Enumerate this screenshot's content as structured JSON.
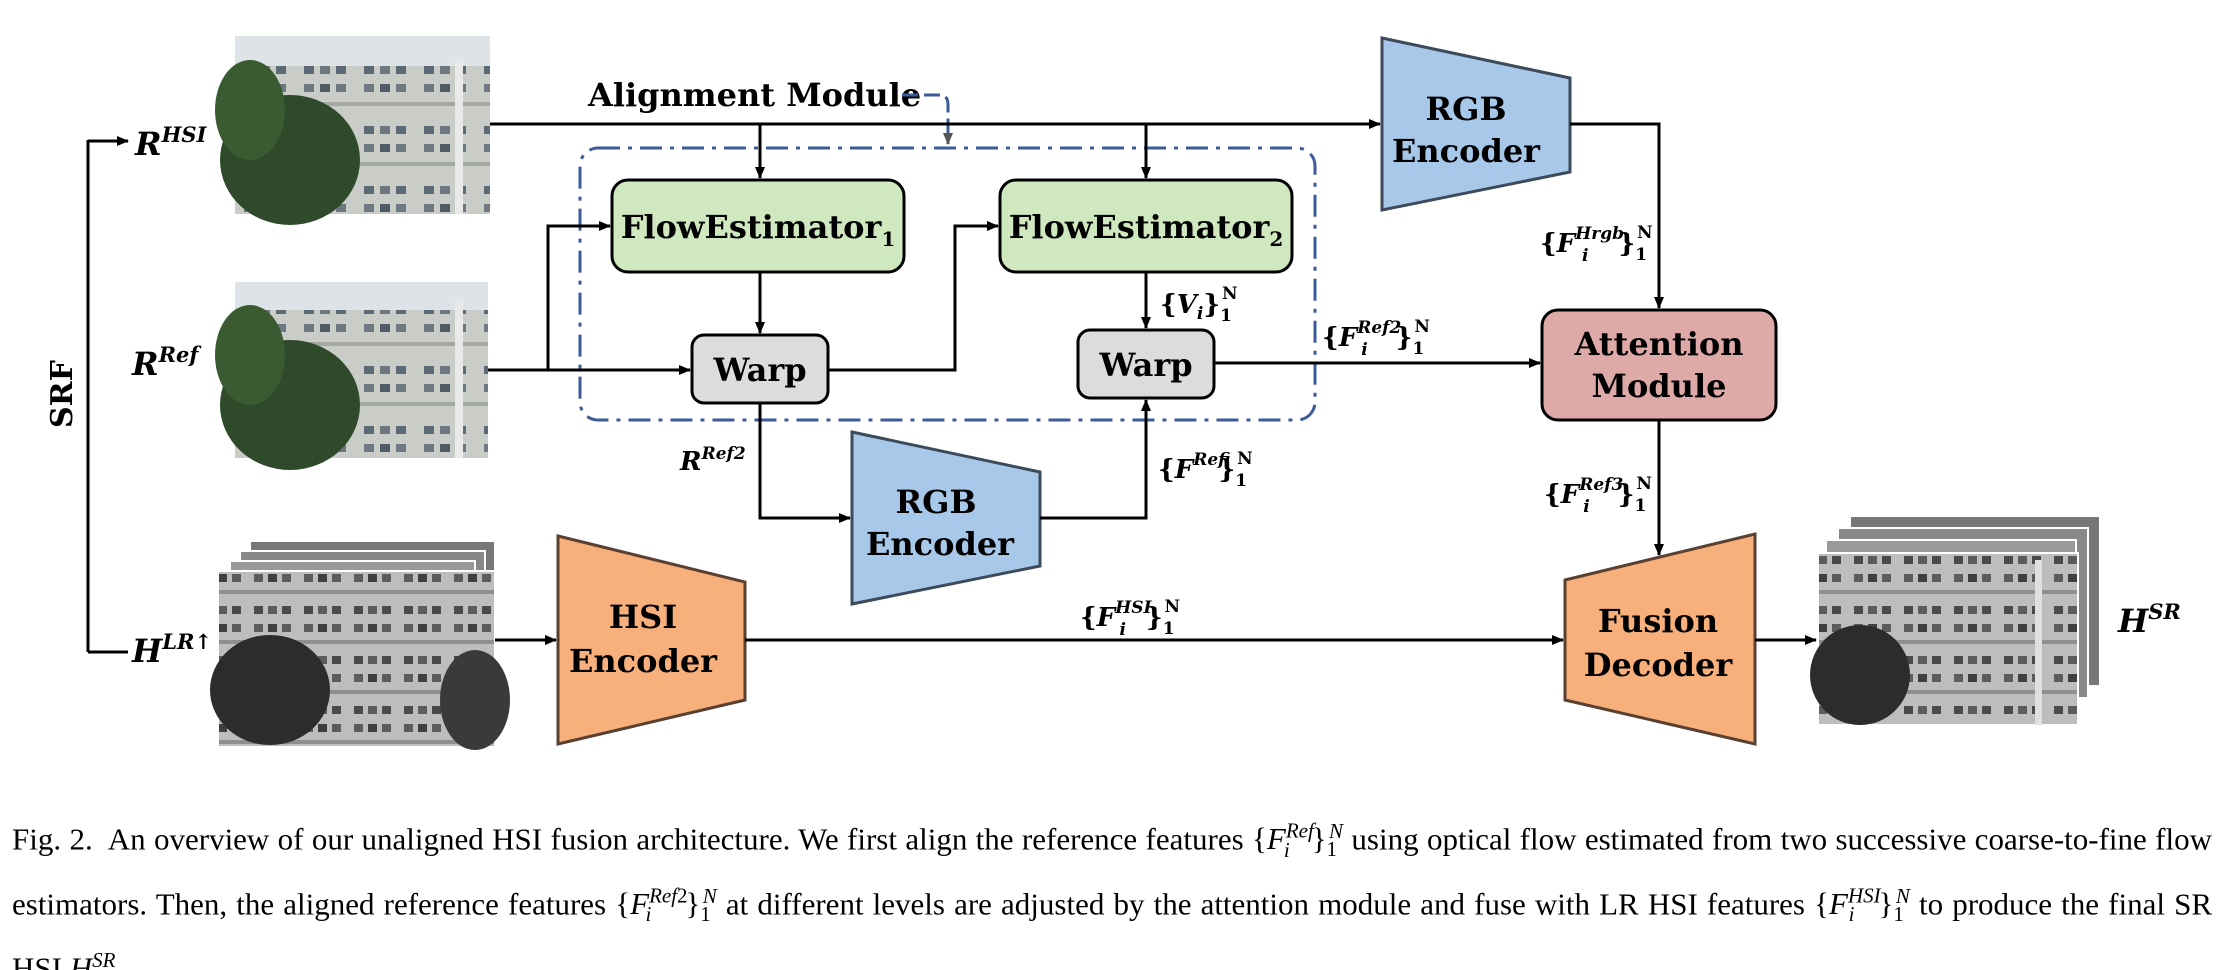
{
  "labels": {
    "r_hsi": "R",
    "r_hsi_sup": "HSI",
    "r_ref": "R",
    "r_ref_sup": "Ref",
    "h_lr": "H",
    "h_lr_sup": "LR↑",
    "h_sr": "H",
    "h_sr_sup": "SR",
    "srf": "SRF",
    "alignment_module": "Alignment Module",
    "r_ref2": "R",
    "r_ref2_sup": "Ref2"
  },
  "blocks": {
    "flow1": "FlowEstimator",
    "flow1_sub": "1",
    "flow2": "FlowEstimator",
    "flow2_sub": "2",
    "warp1": "Warp",
    "warp2": "Warp",
    "rgb_top_l1": "RGB",
    "rgb_top_l2": "Encoder",
    "rgb_mid_l1": "RGB",
    "rgb_mid_l2": "Encoder",
    "hsi_l1": "HSI",
    "hsi_l2": "Encoder",
    "attn_l1": "Attention",
    "attn_l2": "Module",
    "fusion_l1": "Fusion",
    "fusion_l2": "Decoder"
  },
  "features": {
    "v_sub": "i",
    "f_base": "F",
    "f_sub": "i",
    "one": "1",
    "n": "N",
    "hrgb_sup": "Hrgb",
    "ref_sup": "Ref",
    "ref2_sup": "Ref2",
    "ref3_sup": "Ref3",
    "hsi_sup": "HSI",
    "v_base": "V"
  },
  "colors": {
    "green": "#cfe8bf",
    "gray": "#dcdcdc",
    "blue": "#a8c8ea",
    "orange": "#f7b07c",
    "pink": "#ddaaa8",
    "dash": "#3d5a99"
  },
  "caption": {
    "fig": "Fig. 2.",
    "t1": "An overview of our unaligned HSI fusion architecture. We first align the reference features ",
    "t2": " using optical flow estimated from two successive coarse-to-fine flow estimators. Then, the aligned reference features ",
    "t3": " at different levels are adjusted by the attention module and fuse with LR HSI features ",
    "t4": " to produce the final SR HSI ",
    "t5": "."
  }
}
